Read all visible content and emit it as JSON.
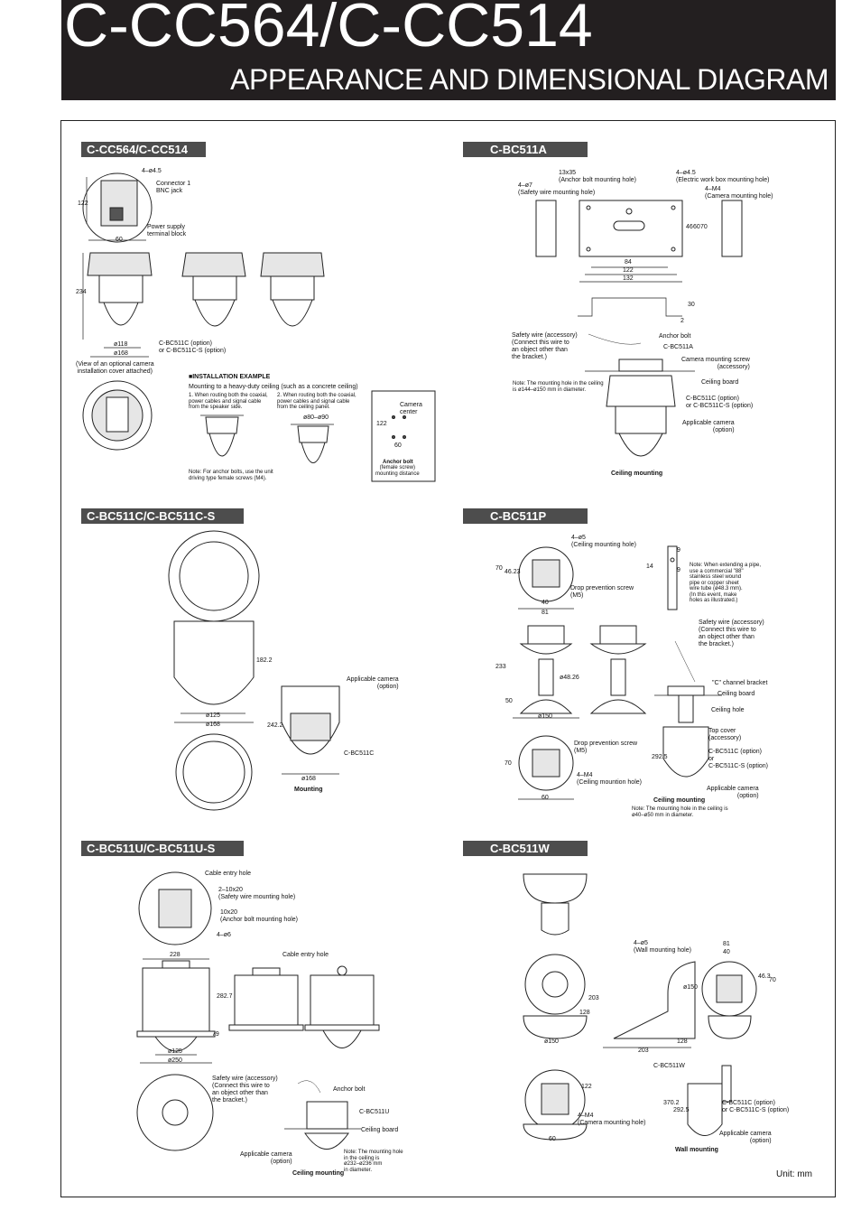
{
  "header": {
    "model": "C-CC564/C-CC514",
    "subtitle": "APPEARANCE AND DIMENSIONAL DIAGRAM"
  },
  "sections": {
    "s1": "C-CC564/C-CC514",
    "s2": "C-BC511A",
    "s3": "C-BC511C/C-BC511C-S",
    "s4": "C-BC511P",
    "s5": "C-BC511U/C-BC511U-S",
    "s6": "C-BC511W"
  },
  "unit": "Unit: mm",
  "cc564": {
    "l1": "4–ø4.5",
    "l2": "Connector 1\nBNC jack",
    "l3": "Power supply\nterminal block",
    "d122": "122",
    "d60": "60",
    "d234": "234",
    "d118": "ø118",
    "d168": "ø168",
    "cover": "C-BC511C (option)\nor C-BC511C-S (option)",
    "view": "(View of an optional camera\ninstallation cover attached)",
    "install_title": "■INSTALLATION EXAMPLE",
    "install_sub": "Mounting to a heavy-duty ceiling (such as a concrete ceiling)",
    "ex1": "1. When routing both the coaxial,\n   power cables and signal cable\n   from the speaker side.",
    "ex2": "2. When routing both the coaxial,\n   power cables and signal cable\n   from the ceiling panel.",
    "d80": "ø80–ø90",
    "note": "Note: For anchor bolts, use the unit\n      driving type female screws (M4).",
    "cam_center": "Camera\ncenter",
    "b122": "122",
    "b60": "60",
    "anchor_bold": "Anchor bolt",
    "anchor_sub": "(female screw)\nmounting distance"
  },
  "bc511a": {
    "l1": "13x35\n(Anchor bolt mounting hole)",
    "l2": "4–ø4.5\n(Electric work box mounting hole)",
    "l3": "4–ø7\n(Safety wire mounting hole)",
    "l4": "4–M4\n(Camera mounting hole)",
    "d84": "84",
    "d122": "122",
    "d132": "132",
    "d46": "46",
    "d60": "60",
    "d70": "70",
    "d30": "30",
    "d2": "2",
    "wire": "Safety wire (accessory)\n(Connect this wire to\nan object other than\nthe bracket.)",
    "anchor": "Anchor bolt",
    "bracket": "C-BC511A",
    "screw": "Camera mounting screw\n(accessory)",
    "board": "Ceiling board",
    "cover": "C-BC511C (option)\nor C-BC511C-S (option)",
    "camera": "Applicable camera\n(option)",
    "note": "Note: The mounting hole in the ceiling\n      is ø144–ø150 mm in diameter.",
    "caption": "Ceiling mounting"
  },
  "bc511c": {
    "d182": "182.2",
    "d125": "ø125",
    "d168": "ø168",
    "d242": "242.2",
    "d168b": "ø168",
    "camera": "Applicable camera\n(option)",
    "cover": "C-BC511C",
    "caption": "Mounting"
  },
  "bc511p": {
    "l1": "4–ø5\n(Ceiling mounting hole)",
    "d70": "70",
    "d46": "46.23",
    "d40": "40",
    "d81": "81",
    "d14": "14",
    "d9a": "9",
    "d9b": "9",
    "screw1": "Drop prevention screw\n(M5)",
    "pipe_note": "Note: When extending a pipe,\n      use a commercial \"88\"\n      stainless steel wound\n      pipe or copper sheet\n      wire tube (ø48.3 mm).\n      (In this event, make\n      holes as illustrated.)",
    "d233": "233",
    "d48": "ø48.26",
    "d50": "50",
    "d150": "ø150",
    "wire": "Safety wire (accessory)\n(Connect this wire to\nan object other than\nthe bracket.)",
    "channel": "\"C\" channel bracket",
    "board": "Ceiling board",
    "hole": "Ceiling hole",
    "top": "Top cover\n(accessory)",
    "cover": "C-BC511C (option)\nor\nC-BC511C-S (option)",
    "screw2": "Drop prevention screw\n(M5)",
    "d70b": "70",
    "m4": "4–M4\n(Ceiling mountion hole)",
    "d60": "60",
    "d292": "292.5",
    "camera": "Applicable camera\n(option)",
    "caption": "Ceiling mounting",
    "note": "Note: The mounting hole in the ceiling is\n      ø40–ø50 mm in diameter."
  },
  "bc511u": {
    "l1": "Cable entry hole",
    "l2": "2–10x20\n(Safety wire mounting hole)",
    "l3": "10x20\n(Anchor bolt mounting hole)",
    "l4": "4–ø6",
    "d228": "228",
    "cable": "Cable entry hole",
    "d282": "282.7",
    "d79": "79",
    "d125": "ø125",
    "d250": "ø250",
    "wire": "Safety wire (accessory)\n(Connect this wire to\nan object other than\nthe bracket.)",
    "anchor": "Anchor bolt",
    "bracket": "C-BC511U",
    "board": "Ceiling board",
    "camera": "Applicable camera\n(option)",
    "note": "Note: The mounting hole\n      in the ceiling is\n      ø232–ø236 mm\n      in diameter.",
    "caption": "Ceiling mounting"
  },
  "bc511w": {
    "l1": "4–ø5\n(Wall mounting hole)",
    "d81": "81",
    "d40": "40",
    "d463": "46.3",
    "d70": "70",
    "d150v": "ø150",
    "d128v": "128",
    "d203v": "203",
    "d150": "ø150",
    "d128": "128",
    "d203": "203",
    "bracket": "C-BC511W",
    "d122": "122",
    "m4": "4–M4\n(Camera mounting hole)",
    "d60": "60",
    "d370": "370.2",
    "d292": "292.5",
    "cover": "C-BC511C (option)\nor C-BC511C-S (option)",
    "camera": "Applicable camera\n(option)",
    "caption": "Wall mounting"
  }
}
